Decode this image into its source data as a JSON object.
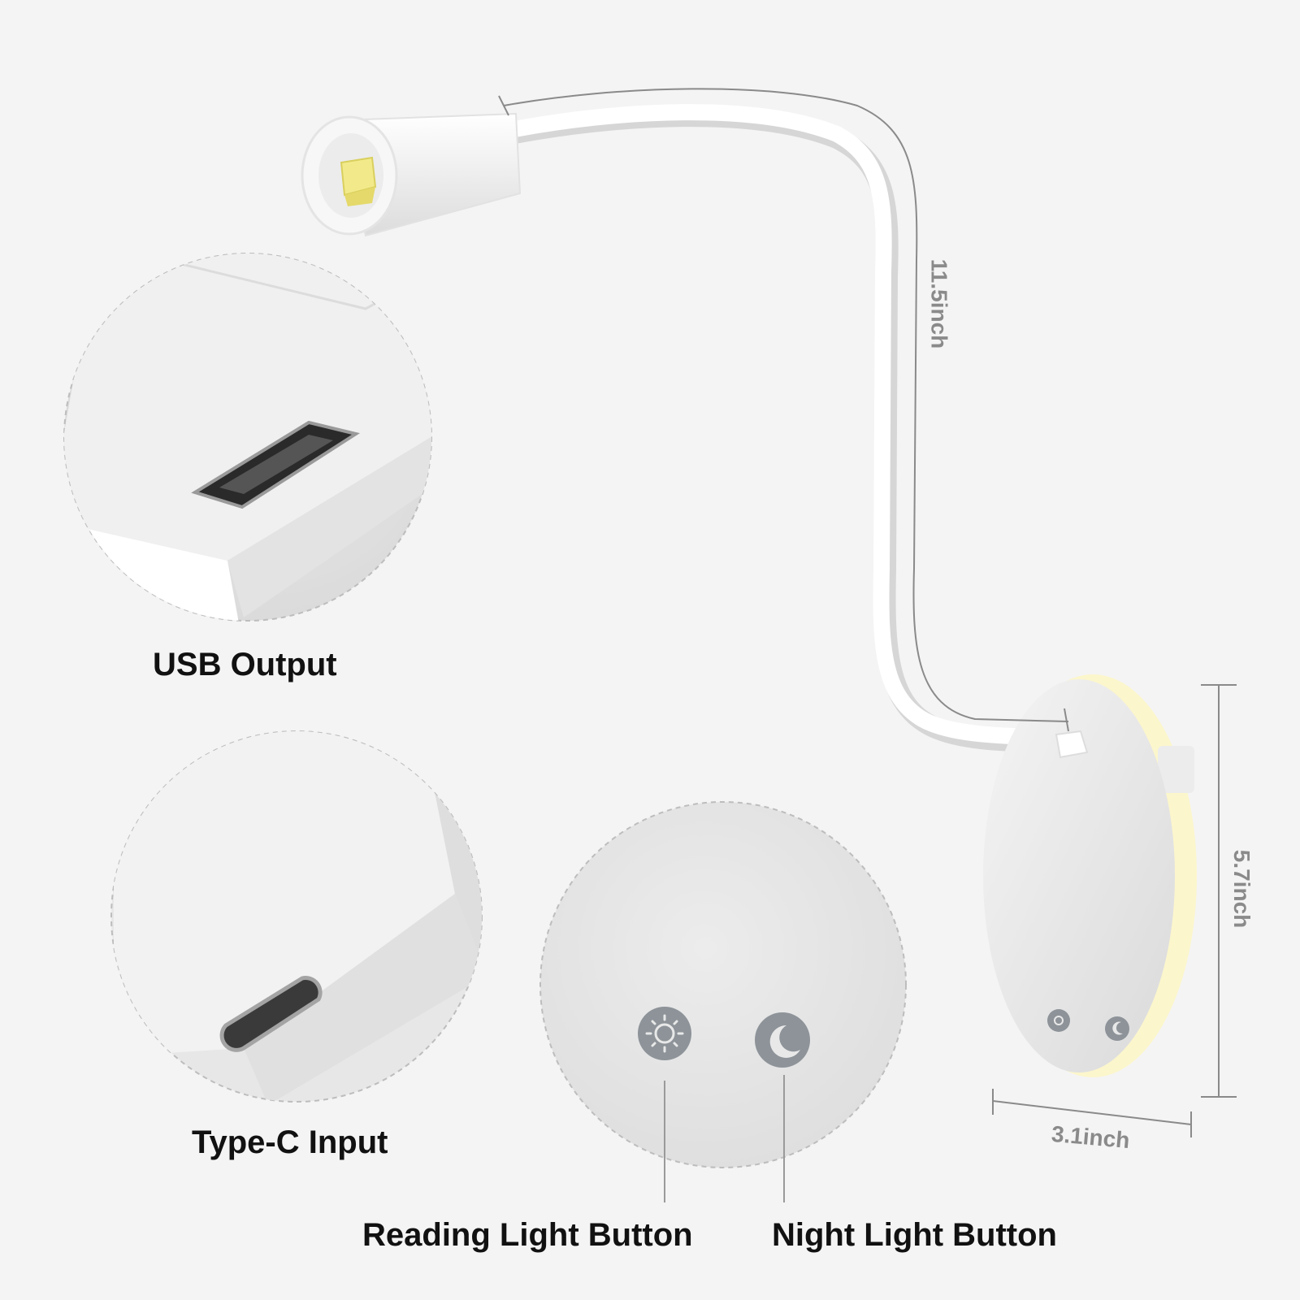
{
  "labels": {
    "usb_output": "USB Output",
    "type_c_input": "Type-C Input",
    "reading_light_button": "Reading Light Button",
    "night_light_button": "Night Light Button"
  },
  "dimensions": {
    "arm_length": "11.5inch",
    "height": "5.7inch",
    "width": "3.1inch"
  },
  "icons": {
    "reading": "sun-icon",
    "night": "moon-icon"
  },
  "colors": {
    "background": "#f4f4f4",
    "label_text": "#111111",
    "dimension_text": "#8a8a8a",
    "lamp_body": "#ffffff",
    "led_chip": "#f2ea8a",
    "night_glow": "#fdf6c4",
    "button_gray": "#8d9399"
  }
}
